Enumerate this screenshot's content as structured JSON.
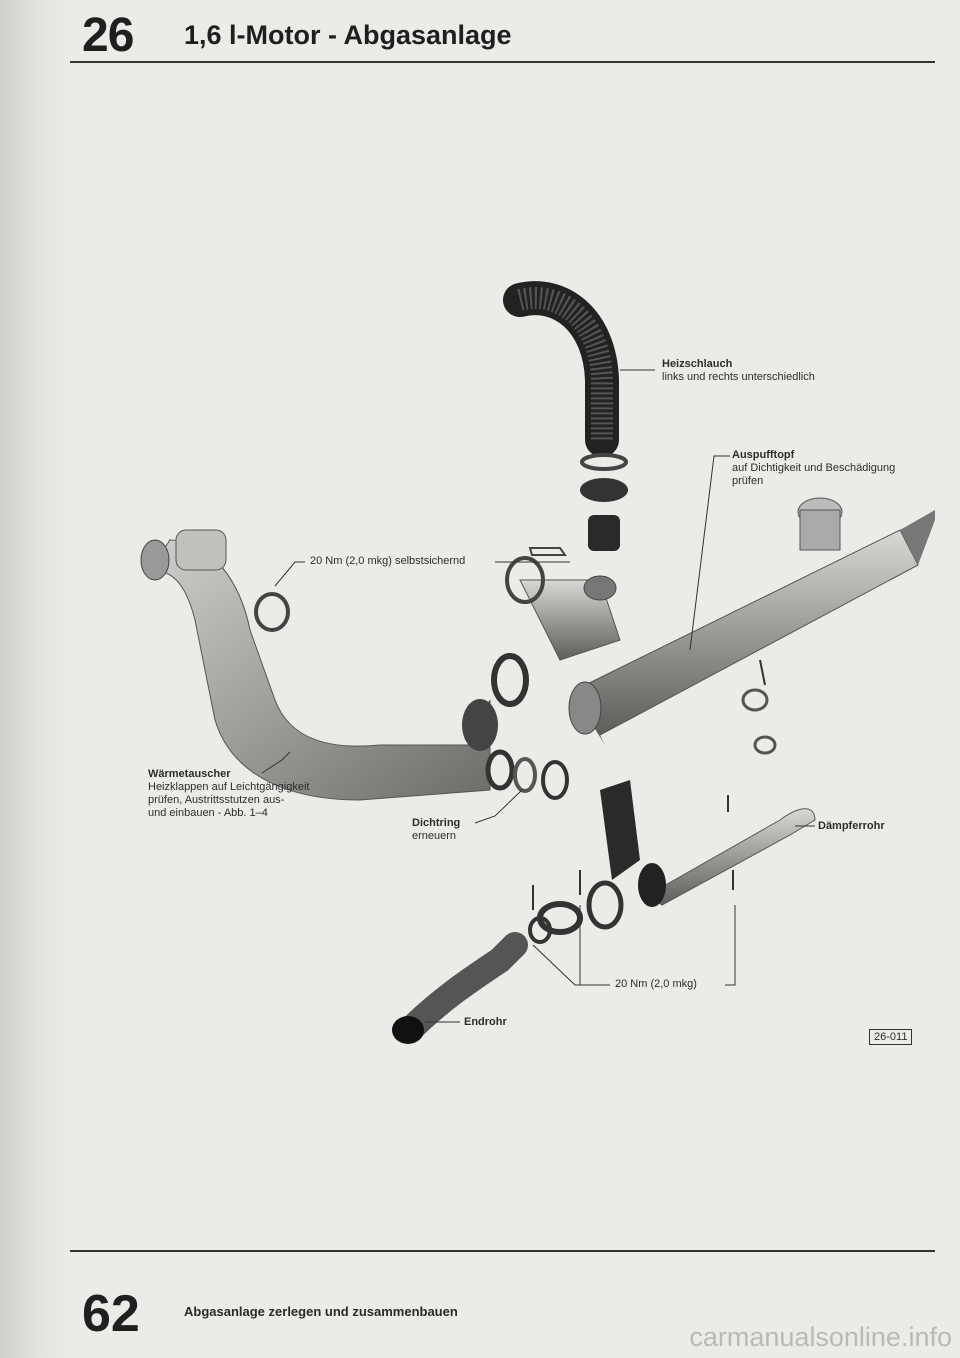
{
  "header": {
    "chapter": "26",
    "title": "1,6 l-Motor - Abgasanlage"
  },
  "labels": {
    "heizschlauch_title": "Heizschlauch",
    "heizschlauch_note": "links und rechts unterschiedlich",
    "auspufftopf_title": "Auspufftopf",
    "auspufftopf_note1": "auf Dichtigkeit und Beschädigung",
    "auspufftopf_note2": "prüfen",
    "torque_self_locking": "20 Nm (2,0 mkg) selbstsichernd",
    "waermetauscher_title": "Wärmetauscher",
    "waermetauscher_note1": "Heizklappen auf Leichtgängigkeit",
    "waermetauscher_note2": "prüfen, Austrittsstutzen aus-",
    "waermetauscher_note3": "und einbauen - Abb. 1–4",
    "dichtring_title": "Dichtring",
    "dichtring_note": "erneuern",
    "daempferrohr_title": "Dämpferrohr",
    "torque_clamp": "20 Nm (2,0 mkg)",
    "endrohr_title": "Endrohr",
    "figure_ref": "26-011"
  },
  "footer": {
    "page": "62",
    "title": "Abgasanlage zerlegen und zusammenbauen"
  },
  "watermark": "carmanualsonline.info"
}
